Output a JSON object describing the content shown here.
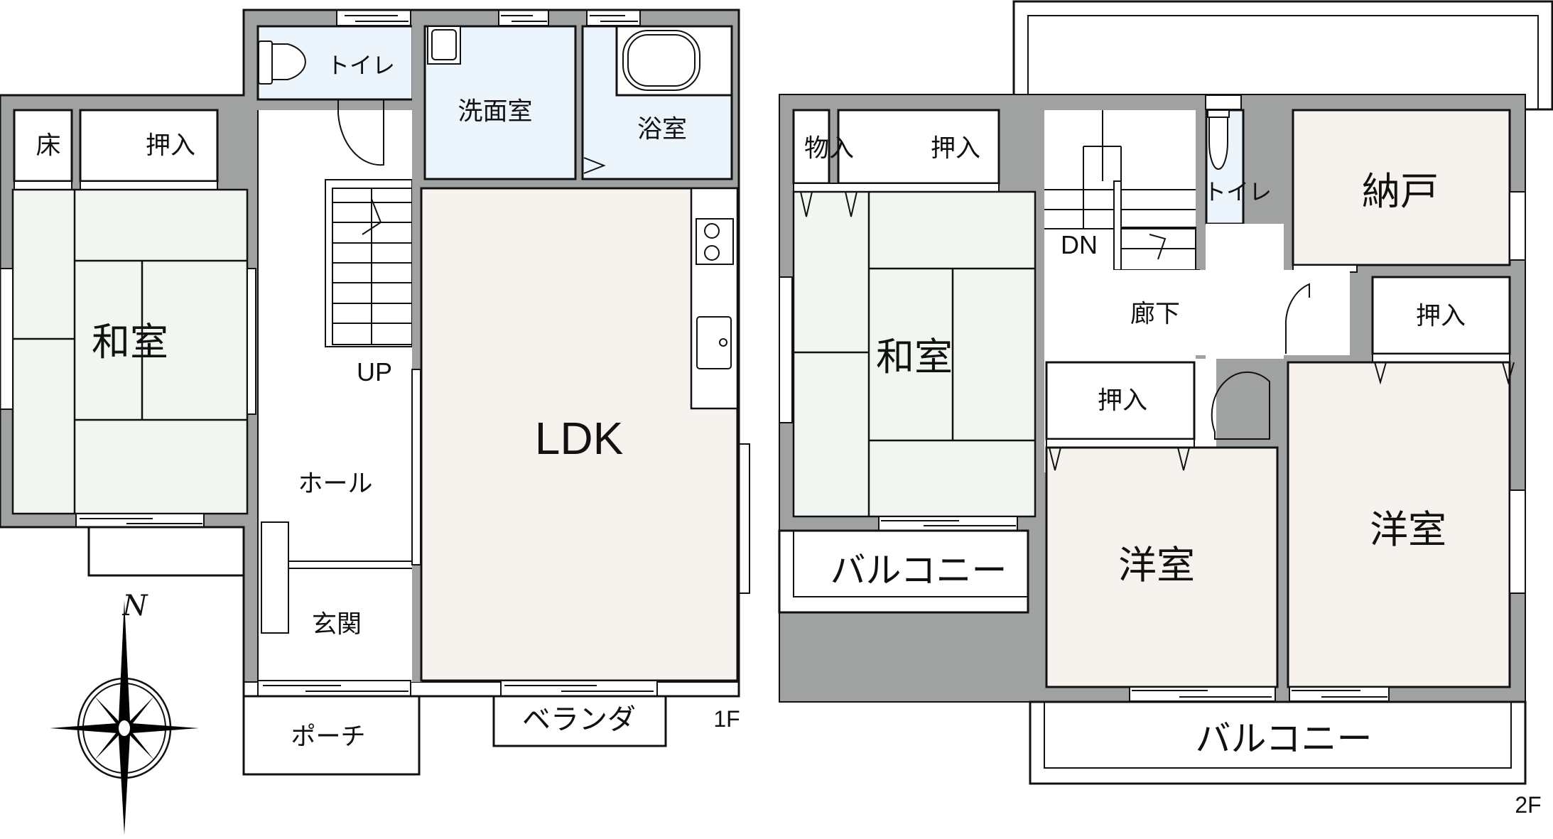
{
  "colors": {
    "wall": "#a0a1a1",
    "outline": "#111111",
    "tatami": "#f2f6f1",
    "wood_floor": "#f6f3ee",
    "wet_area": "#ecf4fc",
    "plain": "#ffffff"
  },
  "compass": {
    "north_label": "N",
    "icon": "compass-rose-icon"
  },
  "floor1": {
    "label": "1F",
    "rooms": {
      "washitsu": "和室",
      "toko": "床",
      "oshiire": "押入",
      "toilet": "トイレ",
      "senmenjo": "洗面室",
      "yokushitsu": "浴室",
      "ldk": "LDK",
      "hall": "ホール",
      "genkan": "玄関",
      "porch": "ポーチ",
      "veranda": "ベランダ",
      "stairs_up": "UP"
    }
  },
  "floor2": {
    "label": "2F",
    "rooms": {
      "washitsu": "和室",
      "monoire": "物入",
      "oshiire_1": "押入",
      "oshiire_2": "押入",
      "oshiire_3": "押入",
      "toilet": "トイレ",
      "nando": "納戸",
      "rouka": "廊下",
      "youshitsu_1": "洋室",
      "youshitsu_2": "洋室",
      "balcony_1": "バルコニー",
      "balcony_2": "バルコニー",
      "stairs_down": "DN"
    }
  }
}
